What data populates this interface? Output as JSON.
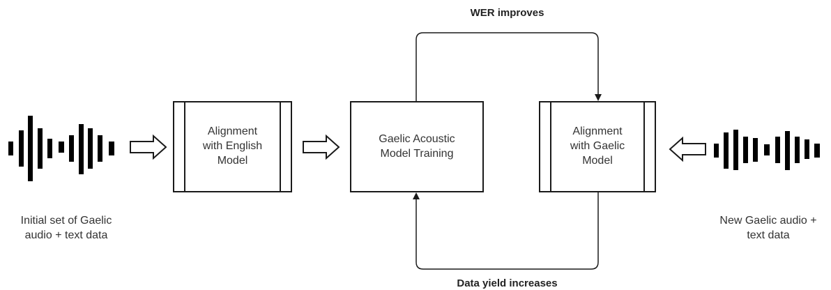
{
  "nodes": {
    "input_initial": {
      "icon": "audio-waveform-icon",
      "lines": [
        "Initial set of Gaelic",
        "audio + text data"
      ]
    },
    "align_english": {
      "lines": [
        "Alignment",
        "with English",
        "Model"
      ]
    },
    "gaelic_training": {
      "lines": [
        "Gaelic Acoustic",
        "Model Training"
      ]
    },
    "align_gaelic": {
      "lines": [
        "Alignment",
        "with Gaelic",
        "Model"
      ]
    },
    "input_new": {
      "icon": "audio-waveform-icon",
      "lines": [
        "New Gaelic audio +",
        "text data"
      ]
    }
  },
  "edges": {
    "top_label": "WER improves",
    "bottom_label": "Data yield increases"
  },
  "colors": {
    "stroke": "#1a1a1a",
    "text": "#333333",
    "waveform": "#000000"
  }
}
